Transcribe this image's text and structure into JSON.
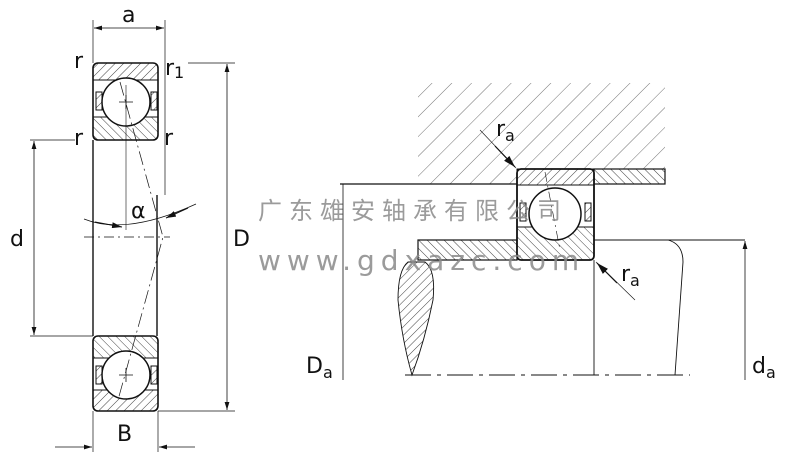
{
  "labels": {
    "a": "a",
    "r": "r",
    "r1_base": "r",
    "r1_sub": "1",
    "alpha": "α",
    "d": "d",
    "D": "D",
    "B": "B",
    "Da_base": "D",
    "Da_sub": "a",
    "da_base": "d",
    "da_sub": "a",
    "ra_base": "r",
    "ra_sub": "a"
  },
  "watermark": {
    "company": "广东雄安轴承有限公司",
    "url": "www.gdxazc.com"
  },
  "colors": {
    "line": "#111111",
    "watermark": "#8a8a8a"
  }
}
